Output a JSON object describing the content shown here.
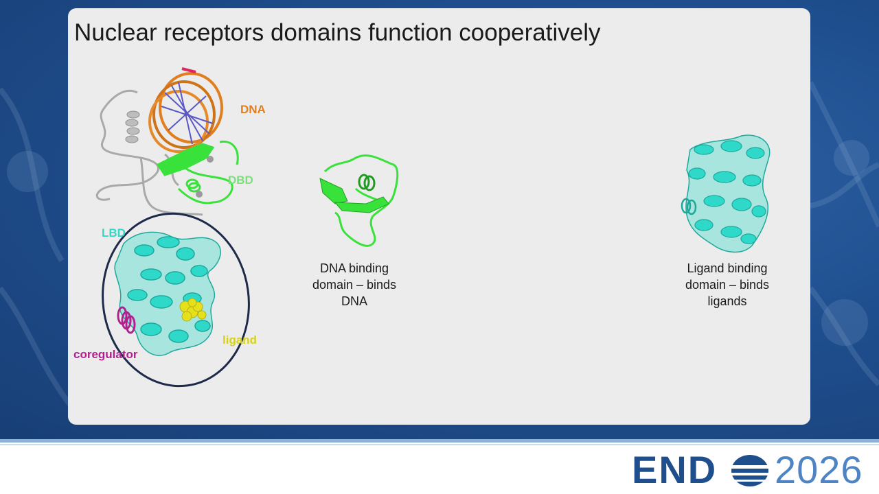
{
  "slide": {
    "title": "Nuclear receptors domains function cooperatively"
  },
  "structure_labels": {
    "dna": "DNA",
    "dbd": "DBD",
    "lbd": "LBD",
    "coregulator": "coregulator",
    "ligand": "ligand"
  },
  "captions": {
    "dna_binding": [
      "DNA binding",
      "domain – binds",
      "DNA"
    ],
    "ligand_binding": [
      "Ligand binding",
      "domain – binds",
      "ligands"
    ]
  },
  "logo": {
    "word": "END",
    "year": "2026"
  },
  "colors": {
    "dna": "#e07f1f",
    "dbd": "#39e23a",
    "lbd": "#2fd9c9",
    "coregulator": "#b1208f",
    "ligand": "#e6e01c",
    "logo_navy": "#1e4e8c"
  }
}
